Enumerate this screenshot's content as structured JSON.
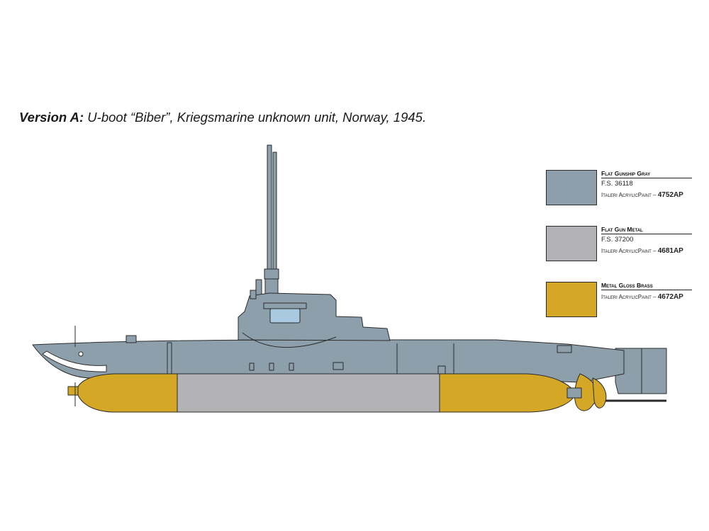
{
  "caption": {
    "label": "Version A:",
    "text": " U-boot “Biber”, Kriegsmarine unknown unit, Norway, 1945."
  },
  "legend": [
    {
      "name": "Flat Gunship Gray",
      "fs": "F.S. 36118",
      "paint": "Italeri AcrylicPaint – ",
      "code": "4752AP",
      "color": "#8e9fac"
    },
    {
      "name": "Flat Gun Metal",
      "fs": "F.S. 37200",
      "paint": "Italeri AcrylicPaint – ",
      "code": "4681AP",
      "color": "#b3b3b6"
    },
    {
      "name": "Metal Gloss Brass",
      "fs": "",
      "paint": "Italeri AcrylicPaint – ",
      "code": "4672AP",
      "color": "#d4a826"
    }
  ],
  "colors": {
    "hull": "#8e9fac",
    "torpedo_middle": "#b3b3b6",
    "brass": "#d4a826",
    "window": "#a9c9e0",
    "outline": "#2b2b2b"
  }
}
